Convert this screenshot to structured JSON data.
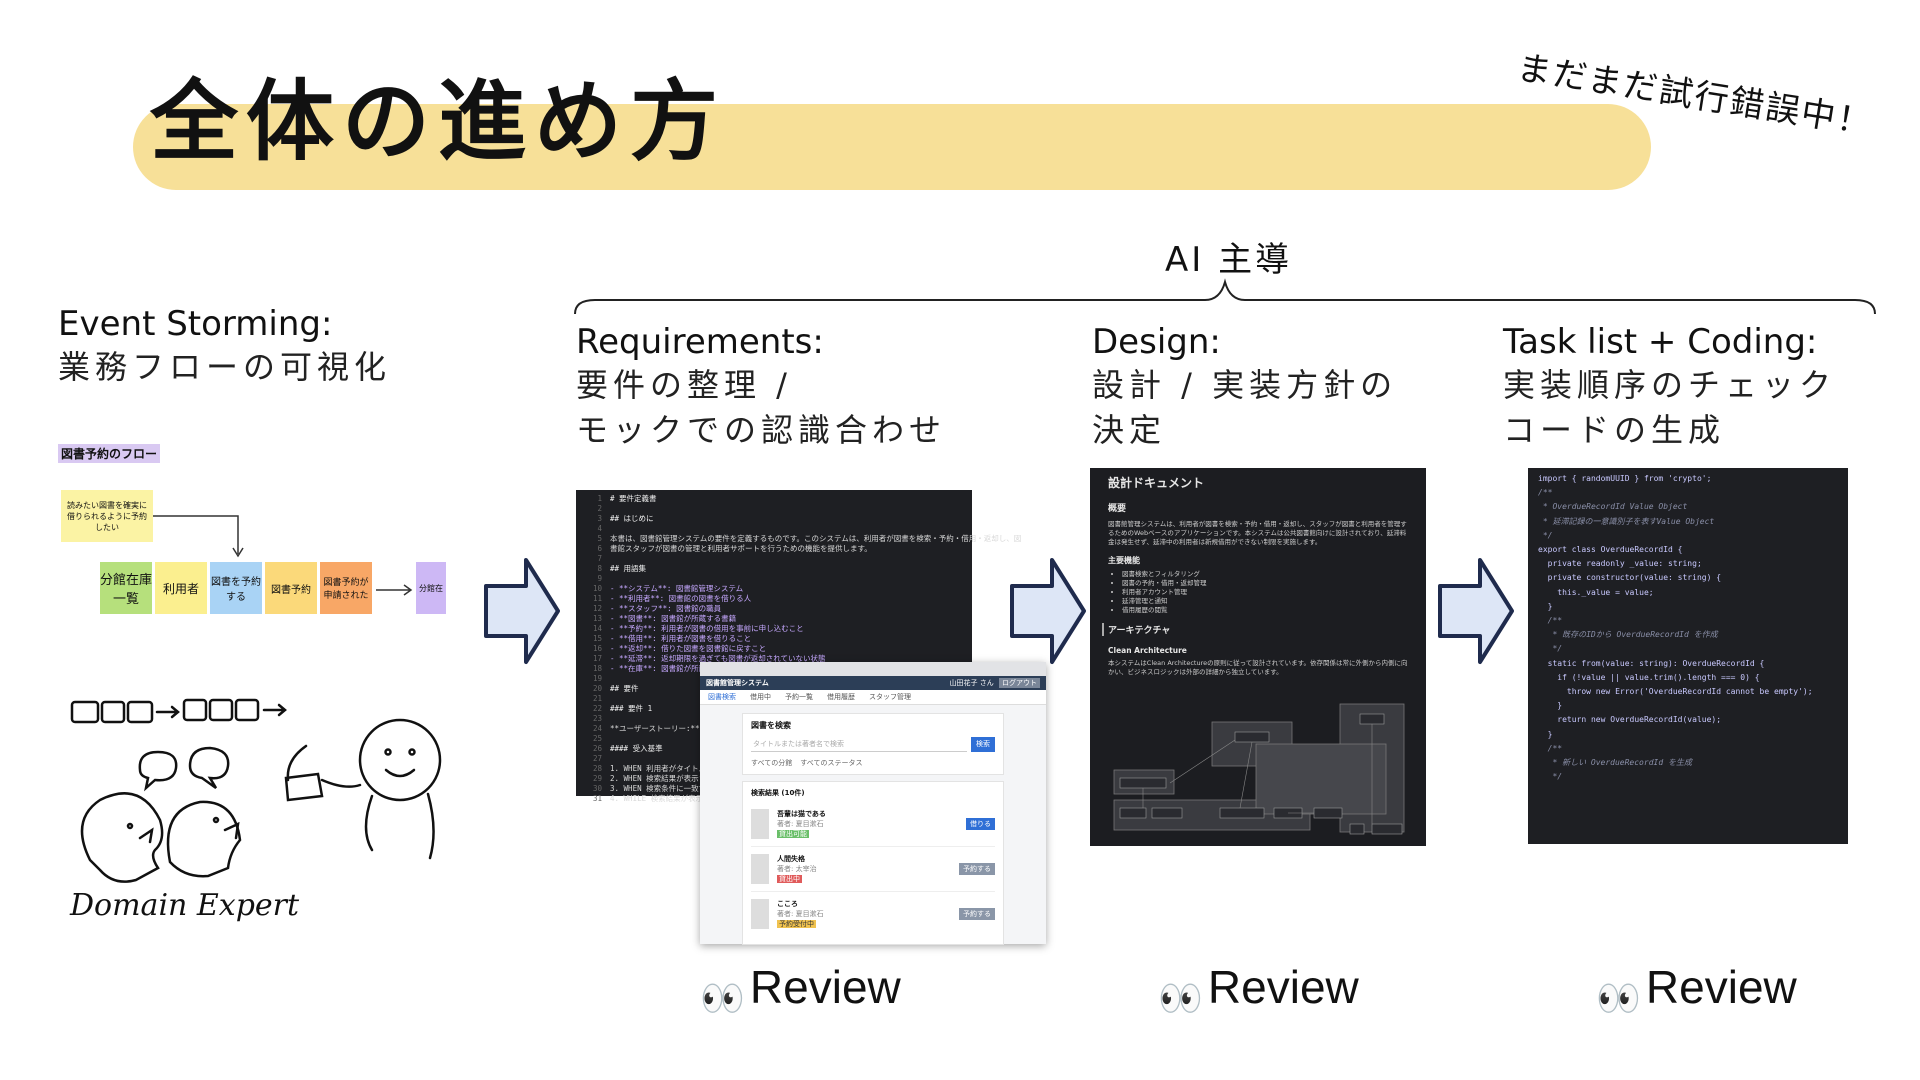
{
  "title": "全体の進め方",
  "note": "まだまだ試行錯誤中！",
  "ai_label": "AI 主導",
  "steps": [
    {
      "heading": "Event Storming:",
      "desc1": "業務フローの可視化",
      "desc2": ""
    },
    {
      "heading": "Requirements:",
      "desc1": "要件の整理 /",
      "desc2": "モックでの認識合わせ"
    },
    {
      "heading": "Design:",
      "desc1": "設計 / 実装方針の",
      "desc2": "決定"
    },
    {
      "heading": "Task list + Coding:",
      "desc1": "実装順序のチェック",
      "desc2": "コードの生成"
    }
  ],
  "review_label": "Review",
  "eyes_icon": "👀",
  "event_storming": {
    "flow_title": "図書予約のフロー",
    "note_text": "読みたい図書を確実に借りられるように予約したい",
    "stickies": [
      "分館在庫一覧",
      "利用者",
      "図書を予約する",
      "図書予約",
      "図書予約が申請された",
      "分館在"
    ],
    "domain_expert": "Domain Expert"
  },
  "requirements_doc": {
    "lines": [
      "# 要件定義書",
      "",
      "## はじめに",
      "",
      "本書は、図書館管理システムの要件を定義するものです。このシステムは、利用者が図書を検索・予約・借用・返却し、図",
      "書館スタッフが図書の管理と利用者サポートを行うための機能を提供します。",
      "",
      "## 用語集",
      "",
      "- **システム**: 図書館管理システム",
      "- **利用者**: 図書館の図書を借りる人",
      "- **スタッフ**: 図書館の職員",
      "- **図書**: 図書館が所蔵する書籍",
      "- **予約**: 利用者が図書の借用を事前に申し込むこと",
      "- **借用**: 利用者が図書を借りること",
      "- **返却**: 借りた図書を図書館に戻すこと",
      "- **延滞**: 返却期限を過ぎても図書が返却されていない状態",
      "- **在庫**: 図書館が所蔵する図書の状態",
      "",
      "## 要件",
      "",
      "### 要件 1",
      "",
      "**ユーザーストーリー:** 利用",
      "",
      "#### 受入基準",
      "",
      "1. WHEN 利用者がタイトルまた",
      "2. WHEN 検索結果が表示される",
      "3. WHEN 検索条件に一致する図",
      "4. WHILE 検索結果が表示され"
    ]
  },
  "mock": {
    "app_title": "図書館管理システム",
    "user": "山田花子 さん",
    "logout": "ログアウト",
    "tabs": [
      "図書検索",
      "借用中",
      "予約一覧",
      "借用履歴",
      "スタッフ管理"
    ],
    "search_title": "図書を検索",
    "search_placeholder": "タイトルまたは著者名で検索",
    "search_button": "検索",
    "filter1": "すべての分館",
    "filter2": "すべてのステータス",
    "results_title": "検索結果 (10件)",
    "results": [
      {
        "title": "吾輩は猫である",
        "meta": "著者: 夏目漱石",
        "status": "貸出可能",
        "button": "借りる"
      },
      {
        "title": "人間失格",
        "meta": "著者: 太宰治",
        "status": "貸出中",
        "button": "予約する"
      },
      {
        "title": "こころ",
        "meta": "著者: 夏目漱石",
        "status": "予約受付中",
        "button": "予約する"
      }
    ]
  },
  "design_doc": {
    "title": "設計ドキュメント",
    "overview_heading": "概要",
    "overview_text": "図書館管理システムは、利用者が図書を検索・予約・借用・返却し、スタッフが図書と利用者を管理するためのWebベースのアプリケーションです。本システムは公共図書館向けに設計されており、延滞料金は発生せず、延滞中の利用者は新規借用ができない制限を実施します。",
    "features_heading": "主要機能",
    "features": [
      "図書検索とフィルタリング",
      "図書の予約・借用・返却管理",
      "利用者アカウント管理",
      "延滞管理と通知",
      "借用履歴の閲覧"
    ],
    "arch_heading": "アーキテクチャ",
    "clean_heading": "Clean Architecture",
    "clean_text": "本システムはClean Architectureの原則に従って設計されています。依存関係は常に外側から内側に向かい、ビジネスロジックは外部の詳細から独立しています。"
  },
  "code": {
    "lines": [
      "import { randomUUID } from 'crypto';",
      "",
      "/**",
      " * OverdueRecordId Value Object",
      " * 延滞記録の一意識別子を表すValue Object",
      " */",
      "export class OverdueRecordId {",
      "  private readonly _value: string;",
      "",
      "  private constructor(value: string) {",
      "    this._value = value;",
      "  }",
      "",
      "  /**",
      "   * 既存のIDから OverdueRecordId を作成",
      "   */",
      "  static from(value: string): OverdueRecordId {",
      "    if (!value || value.trim().length === 0) {",
      "      throw new Error('OverdueRecordId cannot be empty');",
      "    }",
      "    return new OverdueRecordId(value);",
      "  }",
      "",
      "  /**",
      "   * 新しい OverdueRecordId を生成",
      "   */"
    ]
  },
  "colors": {
    "title_band": "#f7e098",
    "arrow_fill": "#dde6f6",
    "arrow_stroke": "#1f2b4d",
    "dark_bg": "#1e1f23"
  }
}
